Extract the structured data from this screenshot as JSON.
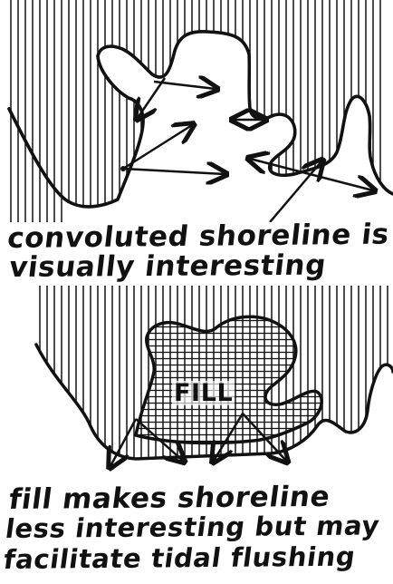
{
  "top_panel": {
    "caption_line1": "convoluted shoreline is",
    "caption_line2": "visually interesting"
  },
  "bottom_panel": {
    "fill_label": "FILL",
    "caption_line1": "fill makes shoreline",
    "caption_line2": "less interesting but may",
    "caption_line3": "facilitate tidal flushing"
  },
  "colors": {
    "ink": "#111111",
    "paper": "#ffffff"
  }
}
